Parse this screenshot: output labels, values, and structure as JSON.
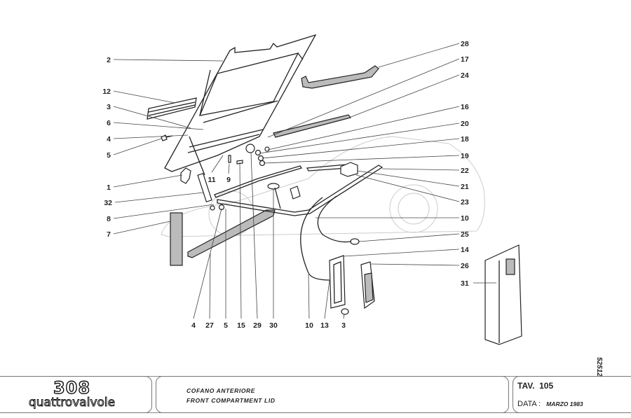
{
  "diagram": {
    "callouts_left": [
      "2",
      "12",
      "3",
      "6",
      "4",
      "5",
      "1",
      "32",
      "8",
      "7"
    ],
    "callouts_right": [
      "28",
      "17",
      "24",
      "16",
      "20",
      "18",
      "19",
      "22",
      "21",
      "23",
      "10",
      "25",
      "14",
      "26",
      "31"
    ],
    "callouts_bottom": [
      "4",
      "27",
      "5",
      "15",
      "29",
      "30",
      "10",
      "13",
      "3"
    ],
    "callouts_inner": [
      "11",
      "9"
    ],
    "drawing_code": "52512"
  },
  "title_block": {
    "logo_number": "308",
    "logo_text": "quattrovalvole",
    "title_it": "COFANO ANTERIORE",
    "title_en": "FRONT COMPARTMENT LID",
    "tav_label": "TAV.",
    "tav_number": "105",
    "data_label": "DATA :",
    "date": "MARZO 1983"
  }
}
